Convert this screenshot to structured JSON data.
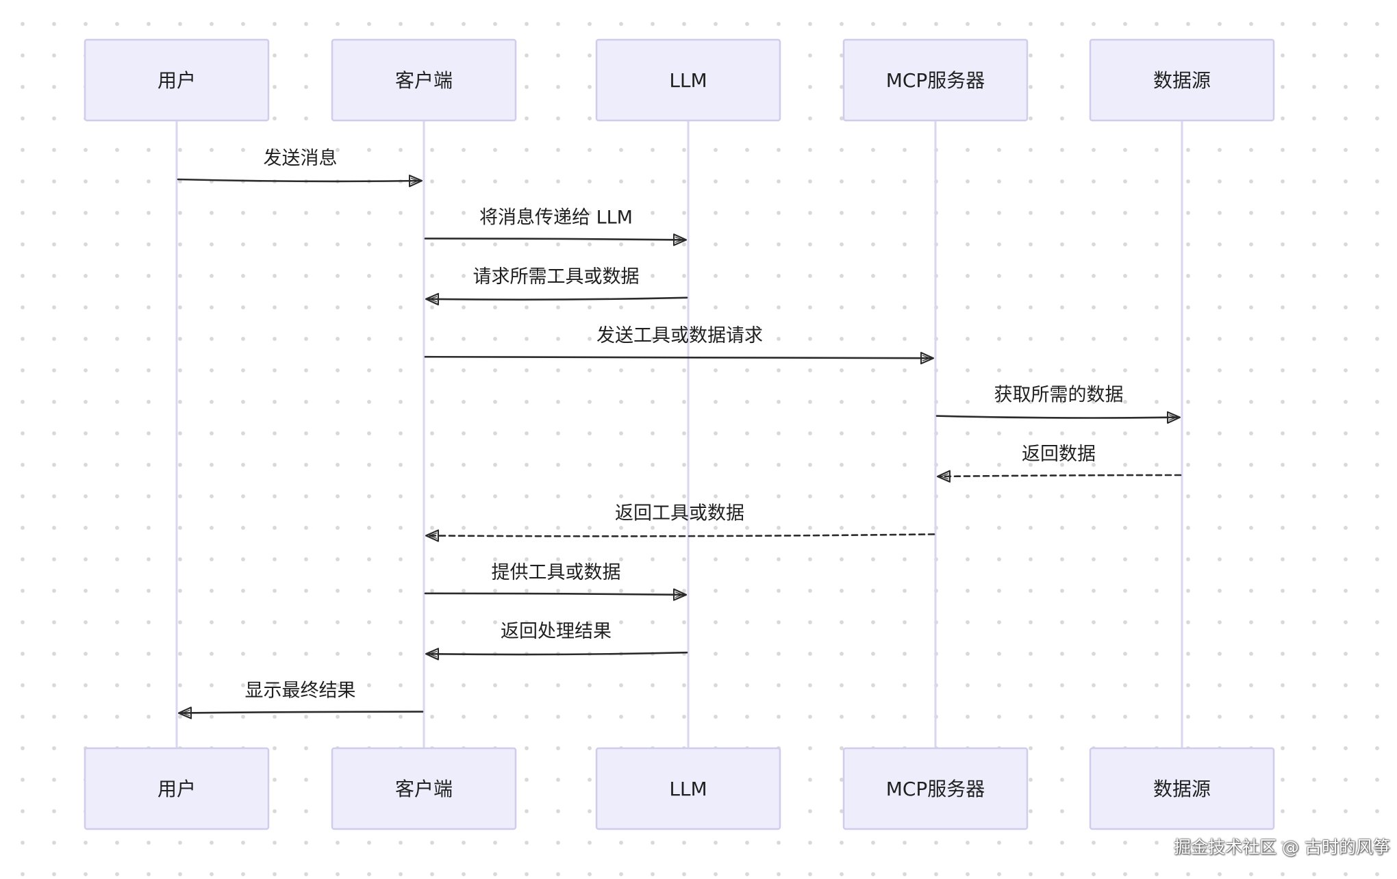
{
  "participants": [
    {
      "id": "user",
      "label": "用户"
    },
    {
      "id": "client",
      "label": "客户端"
    },
    {
      "id": "llm",
      "label": "LLM"
    },
    {
      "id": "mcp",
      "label": "MCP服务器"
    },
    {
      "id": "data",
      "label": "数据源"
    }
  ],
  "messages": [
    {
      "from": "user",
      "to": "client",
      "label": "发送消息",
      "style": "solid"
    },
    {
      "from": "client",
      "to": "llm",
      "label": "将消息传递给 LLM",
      "style": "solid"
    },
    {
      "from": "llm",
      "to": "client",
      "label": "请求所需工具或数据",
      "style": "solid"
    },
    {
      "from": "client",
      "to": "mcp",
      "label": "发送工具或数据请求",
      "style": "solid"
    },
    {
      "from": "mcp",
      "to": "data",
      "label": "获取所需的数据",
      "style": "solid"
    },
    {
      "from": "data",
      "to": "mcp",
      "label": "返回数据",
      "style": "dashed"
    },
    {
      "from": "mcp",
      "to": "client",
      "label": "返回工具或数据",
      "style": "dashed"
    },
    {
      "from": "client",
      "to": "llm",
      "label": "提供工具或数据",
      "style": "solid"
    },
    {
      "from": "llm",
      "to": "client",
      "label": "返回处理结果",
      "style": "solid"
    },
    {
      "from": "client",
      "to": "user",
      "label": "显示最终结果",
      "style": "solid"
    }
  ],
  "watermark": "掘金技术社区 @ 古时的风筝",
  "colors": {
    "actor_fill": "#eeedfb",
    "actor_stroke": "#cfccec",
    "lifeline": "#d9d6f0",
    "arrow": "#2b2b2b",
    "dot_grid": "#d9d9d9"
  }
}
